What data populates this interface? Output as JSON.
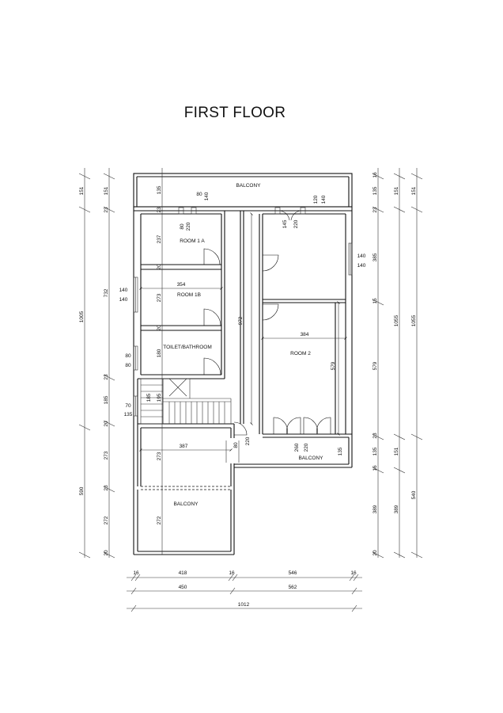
{
  "title": "FIRST FLOOR",
  "rooms": {
    "balcony_top": "BALCONY",
    "room_1a": "ROOM 1 A",
    "room_1b": "ROOM 1B",
    "toilet": "TOILET/BATHROOM",
    "room_2": "ROOM 2",
    "balcony_right": "BALCONY",
    "balcony_bottom": "BALCONY"
  },
  "dims": {
    "left_outer": [
      "151",
      "1005",
      "590"
    ],
    "left_inner": [
      "151",
      "23",
      "732",
      "23",
      "185",
      "20",
      "273",
      "23",
      "272",
      "20"
    ],
    "left_detail": [
      "135",
      "23",
      "237",
      "20",
      "273",
      "20",
      "180",
      "135",
      "20",
      "273",
      "272"
    ],
    "right_inner": [
      "16",
      "135",
      "23",
      "385",
      "15",
      "579",
      "23",
      "135",
      "16",
      "389",
      "20"
    ],
    "right_mid": [
      "151",
      "1055",
      "151",
      "389"
    ],
    "right_outer": [
      "151",
      "1055",
      "540"
    ],
    "interior": {
      "door_1a": [
        "80",
        "140",
        "220"
      ],
      "door_r2": [
        "145",
        "120",
        "140",
        "220"
      ],
      "room1b_width": "354",
      "room2_width": "384",
      "room2_height": "579",
      "corridor": "972",
      "stair_gap": "387",
      "stair_door": [
        "80",
        "220"
      ],
      "room2_doors": [
        "260",
        "220"
      ],
      "balcony_right_h": "135",
      "right_window": [
        "140",
        "140"
      ],
      "left_window_1b": [
        "140",
        "140"
      ],
      "left_window_toilet": [
        "80",
        "80"
      ],
      "left_window_stair": [
        "70",
        "135"
      ],
      "stair_185": "185",
      "stair_195": "195"
    },
    "bottom_row1": [
      "16",
      "418",
      "16",
      "546",
      "16"
    ],
    "bottom_row2": [
      "450",
      "562"
    ],
    "bottom_row3": [
      "1012"
    ]
  }
}
